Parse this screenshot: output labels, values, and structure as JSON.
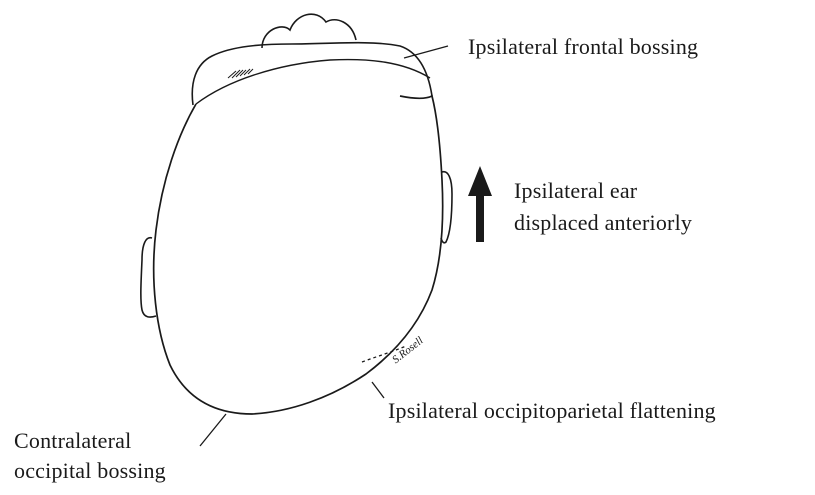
{
  "labels": {
    "frontal": "Ipsilateral frontal bossing",
    "ear_line1": "Ipsilateral ear",
    "ear_line2": "displaced anteriorly",
    "occipitoparietal": "Ipsilateral occipitoparietal flattening",
    "contra_line1": "Contralateral",
    "contra_line2": "occipital bossing"
  },
  "signature": "S.Rosell",
  "colors": {
    "ink": "#1a1a1a",
    "background": "#ffffff"
  }
}
